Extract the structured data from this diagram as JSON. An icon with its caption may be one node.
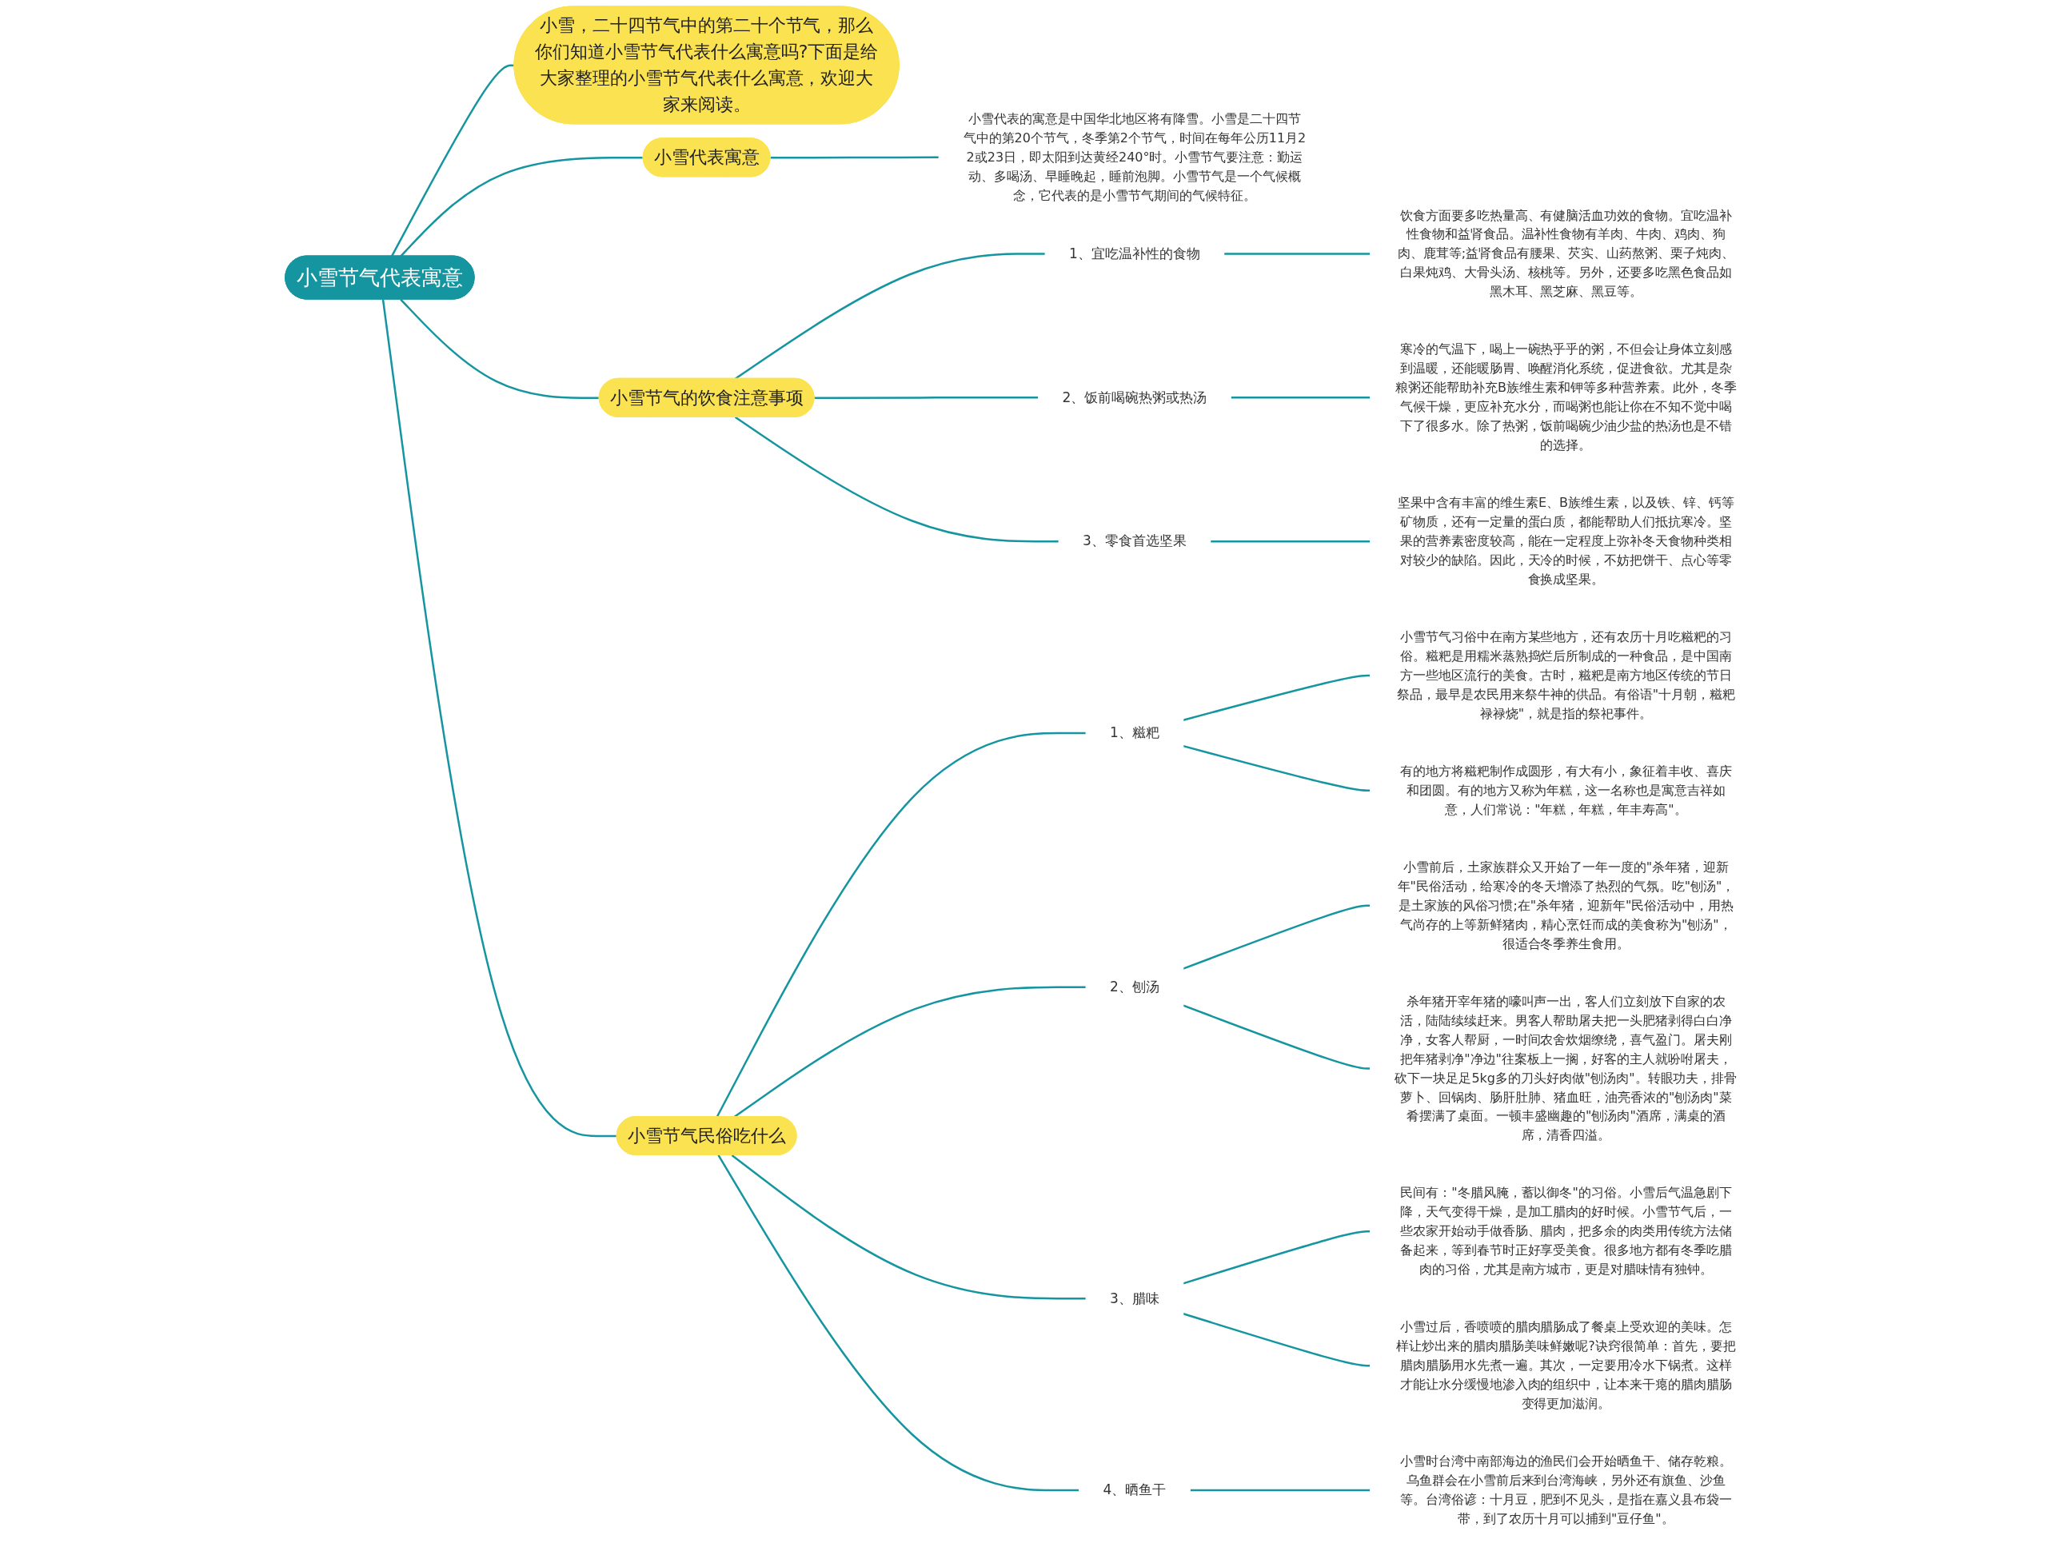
{
  "diagram": {
    "nodes": [
      {
        "text": [
          "小雪节气代表寓意"
        ]
      },
      {
        "text": [
          "小雪，二十四节气中的第二十个节气，那么你们知道小雪节气代表什么寓意吗?下面是给大家整理的小雪节气代表什么寓意，欢迎大家来阅读。"
        ]
      },
      {
        "text": [
          "小雪代表寓意"
        ]
      },
      {
        "text": [
          "小雪代表的寓意是中国华北地区将有降雪。小雪是二十四节气中的第20个节气，冬季第2个节气，时间在每年公历11月22或23日，即太阳到达黄经240°时。小雪节气要注意：勤运动、多喝汤、早睡晚起，睡前泡脚。小雪节气是一个气候概念，它代表的是小雪节气期间的气候特征。"
        ]
      },
      {
        "text": [
          "小雪节气的饮食注意事项"
        ]
      },
      {
        "text": [
          "1、宜吃温补性的食物"
        ]
      },
      {
        "text": [
          "饮食方面要多吃热量高、有健脑活血功效的食物。宜吃温补性食物和益肾食品。温补性食物有羊肉、牛肉、鸡肉、狗肉、鹿茸等;益肾食品有腰果、芡实、山药熬粥、栗子炖肉、白果炖鸡、大骨头汤、核桃等。另外，还要多吃黑色食品如黑木耳、黑芝麻、黑豆等。"
        ]
      },
      {
        "text": [
          "2、饭前喝碗热粥或热汤"
        ]
      },
      {
        "text": [
          "寒冷的气温下，喝上一碗热乎乎的粥，不但会让身体立刻感到温暖，还能暖肠胃、唤醒消化系统，促进食欲。尤其是杂粮粥还能帮助补充B族维生素和钾等多种营养素。此外，冬季气候干燥，更应补充水分，而喝粥也能让你在不知不觉中喝下了很多水。除了热粥，饭前喝碗少油少盐的热汤也是不错的选择。"
        ]
      },
      {
        "text": [
          "3、零食首选坚果"
        ]
      },
      {
        "text": [
          "坚果中含有丰富的维生素E、B族维生素，以及铁、锌、钙等矿物质，还有一定量的蛋白质，都能帮助人们抵抗寒冷。坚果的营养素密度较高，能在一定程度上弥补冬天食物种类相对较少的缺陷。因此，天冷的时候，不妨把饼干、点心等零食换成坚果。"
        ]
      },
      {
        "text": [
          "小雪节气民俗吃什么"
        ]
      },
      {
        "text": [
          "1、糍粑"
        ]
      },
      {
        "text": [
          "小雪节气习俗中在南方某些地方，还有农历十月吃糍粑的习俗。糍粑是用糯米蒸熟捣烂后所制成的一种食品，是中国南方一些地区流行的美食。古时，糍粑是南方地区传统的节日祭品，最早是农民用来祭牛神的供品。有俗语\"十月朝，糍粑禄禄烧\"，就是指的祭祀事件。"
        ]
      },
      {
        "text": [
          "有的地方将糍粑制作成圆形，有大有小，象征着丰收、喜庆和团圆。有的地方又称为年糕，这一名称也是寓意吉祥如意，人们常说：\"年糕，年糕，年丰寿高\"。"
        ]
      },
      {
        "text": [
          "2、刨汤"
        ]
      },
      {
        "text": [
          "小雪前后，土家族群众又开始了一年一度的\"杀年猪，迎新年\"民俗活动，给寒冷的冬天增添了热烈的气氛。吃\"刨汤\"，是土家族的风俗习惯;在\"杀年猪，迎新年\"民俗活动中，用热气尚存的上等新鲜猪肉，精心烹饪而成的美食称为\"刨汤\"，很适合冬季养生食用。"
        ]
      },
      {
        "text": [
          "杀年猪开宰年猪的嚎叫声一出，客人们立刻放下自家的农活，陆陆续续赶来。男客人帮助屠夫把一头肥猪剥得白白净净，女客人帮厨，一时间农舍炊烟缭绕，喜气盈门。屠夫刚把年猪剥净\"净边\"往案板上一搁，好客的主人就吩咐屠夫，砍下一块足足5kg多的刀头好肉做\"刨汤肉\"。转眼功夫，排骨萝卜、回锅肉、肠肝肚肺、猪血旺，油亮香浓的\"刨汤肉\"菜肴摆满了桌面。一顿丰盛幽趣的\"刨汤肉\"酒席，满桌的酒席，清香四溢。"
        ]
      },
      {
        "text": [
          "3、腊味"
        ]
      },
      {
        "text": [
          "民间有：\"冬腊风腌，蓄以御冬\"的习俗。小雪后气温急剧下降，天气变得干燥，是加工腊肉的好时候。小雪节气后，一些农家开始动手做香肠、腊肉，把多余的肉类用传统方法储备起来，等到春节时正好享受美食。很多地方都有冬季吃腊肉的习俗，尤其是南方城市，更是对腊味情有独钟。"
        ]
      },
      {
        "text": [
          "小雪过后，香喷喷的腊肉腊肠成了餐桌上受欢迎的美味。怎样让炒出来的腊肉腊肠美味鲜嫩呢?诀窍很简单：首先，要把腊肉腊肠用水先煮一遍。其次，一定要用冷水下锅煮。这样才能让水分缓慢地渗入肉的组织中，让本来干瘪的腊肉腊肠变得更加滋润。"
        ]
      },
      {
        "text": [
          "4、晒鱼干"
        ]
      },
      {
        "text": [
          "小雪时台湾中南部海边的渔民们会开始晒鱼干、储存乾粮。乌鱼群会在小雪前后来到台湾海峡，另外还有旗鱼、沙鱼等。台湾俗谚：十月豆，肥到不见头，是指在嘉义县布袋一带，到了农历十月可以捕到\"豆仔鱼\"。"
        ]
      }
    ],
    "edges": [
      {
        "from": 0,
        "to": 1,
        "arrow": "none"
      },
      {
        "from": 0,
        "to": 2,
        "arrow": "none"
      },
      {
        "from": 2,
        "to": 3,
        "arrow": "none"
      },
      {
        "from": 0,
        "to": 4,
        "arrow": "none"
      },
      {
        "from": 4,
        "to": 5,
        "arrow": "none"
      },
      {
        "from": 5,
        "to": 6,
        "arrow": "none"
      },
      {
        "from": 4,
        "to": 7,
        "arrow": "none"
      },
      {
        "from": 7,
        "to": 8,
        "arrow": "none"
      },
      {
        "from": 4,
        "to": 9,
        "arrow": "none"
      },
      {
        "from": 9,
        "to": 10,
        "arrow": "none"
      },
      {
        "from": 0,
        "to": 11,
        "arrow": "none"
      },
      {
        "from": 11,
        "to": 12,
        "arrow": "none"
      },
      {
        "from": 12,
        "to": 13,
        "arrow": "none"
      },
      {
        "from": 12,
        "to": 14,
        "arrow": "none"
      },
      {
        "from": 11,
        "to": 15,
        "arrow": "none"
      },
      {
        "from": 15,
        "to": 16,
        "arrow": "none"
      },
      {
        "from": 15,
        "to": 17,
        "arrow": "none"
      },
      {
        "from": 11,
        "to": 18,
        "arrow": "none"
      },
      {
        "from": 18,
        "to": 19,
        "arrow": "none"
      },
      {
        "from": 18,
        "to": 20,
        "arrow": "none"
      },
      {
        "from": 11,
        "to": 21,
        "arrow": "none"
      },
      {
        "from": 21,
        "to": 22,
        "arrow": "none"
      }
    ]
  }
}
